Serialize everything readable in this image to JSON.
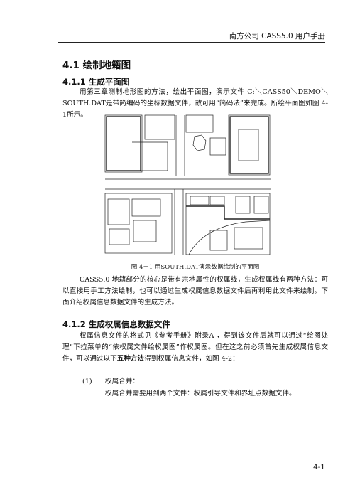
{
  "header": {
    "text": "南方公司  CASS5.0  用户手册"
  },
  "section": {
    "title": "4.1  绘制地籍图"
  },
  "sub1": {
    "title": "4.1.1  生成平面图",
    "para": "用第三章测制地形图的方法，绘出平面图，演示文件 C:＼CASS50＼DEMO＼SOUTH.DAT是带简编码的坐标数据文件，故可用“简码法”来完成。所绘平面图如图 4-1所示。"
  },
  "figure": {
    "caption": "图 4－1 用SOUTH.DAT演示数据绘制的平面图"
  },
  "para2": "CASS5.0 地籍部分的核心是带有宗地属性的权属线，生成权属线有两种方法：可以直接用手工方法绘制，也可以通过生成权属信息数据文件后再利用此文件来绘制。下面介绍权属信息数据文件的生成方法。",
  "sub2": {
    "title": "4.1.2  生成权属信息数据文件",
    "para_a": "权属信息文件的格式见《参考手册》附录A ，得到该文件后就可以通过“绘图处理”下拉菜单的“依权属文件绘权属图”作权属图。但在这之前必须首先生成权属信息文件，可以通过以下",
    "para_bold": "五种方法",
    "para_b": "得到权属信息文件，如图 4-2：",
    "item_num": "(1)",
    "item_label": "权属合并：",
    "item_text": "权属合并需要用到两个文件：权属引导文件和界址点数据文件。"
  },
  "footer": {
    "page": "4-1"
  }
}
